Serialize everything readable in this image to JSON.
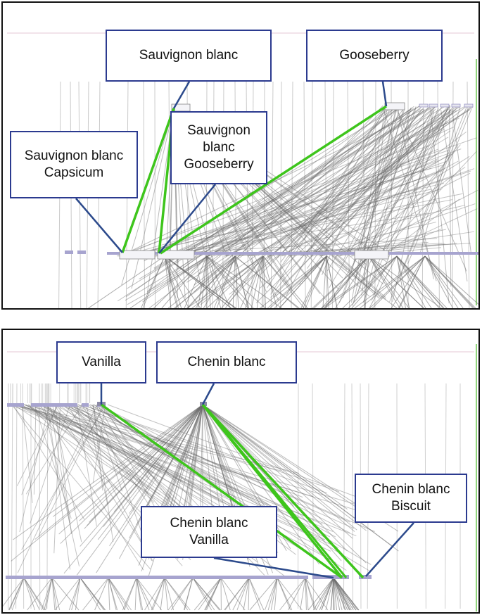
{
  "top_panel": {
    "callouts": [
      {
        "id": "sauvignon-blanc",
        "text": "Sauvignon blanc"
      },
      {
        "id": "gooseberry",
        "text": "Gooseberry"
      },
      {
        "id": "sauvignon-capsicum",
        "text": "Sauvignon blanc\nCapsicum"
      },
      {
        "id": "sauvignon-gooseberry",
        "text": "Sauvignon\nblanc\nGooseberry"
      }
    ]
  },
  "bottom_panel": {
    "callouts": [
      {
        "id": "vanilla",
        "text": "Vanilla"
      },
      {
        "id": "chenin-blanc",
        "text": "Chenin blanc"
      },
      {
        "id": "chenin-vanilla",
        "text": "Chenin blanc\nVanilla"
      },
      {
        "id": "chenin-biscuit",
        "text": "Chenin blanc\nBiscuit"
      }
    ]
  },
  "colors": {
    "edge_gray": "#6b6b6b",
    "highlight_green": "#3ec51c",
    "leader_blue": "#2c4a8c",
    "node_lavender": "#a7a4cf",
    "callout_border": "#2b3a8f"
  }
}
